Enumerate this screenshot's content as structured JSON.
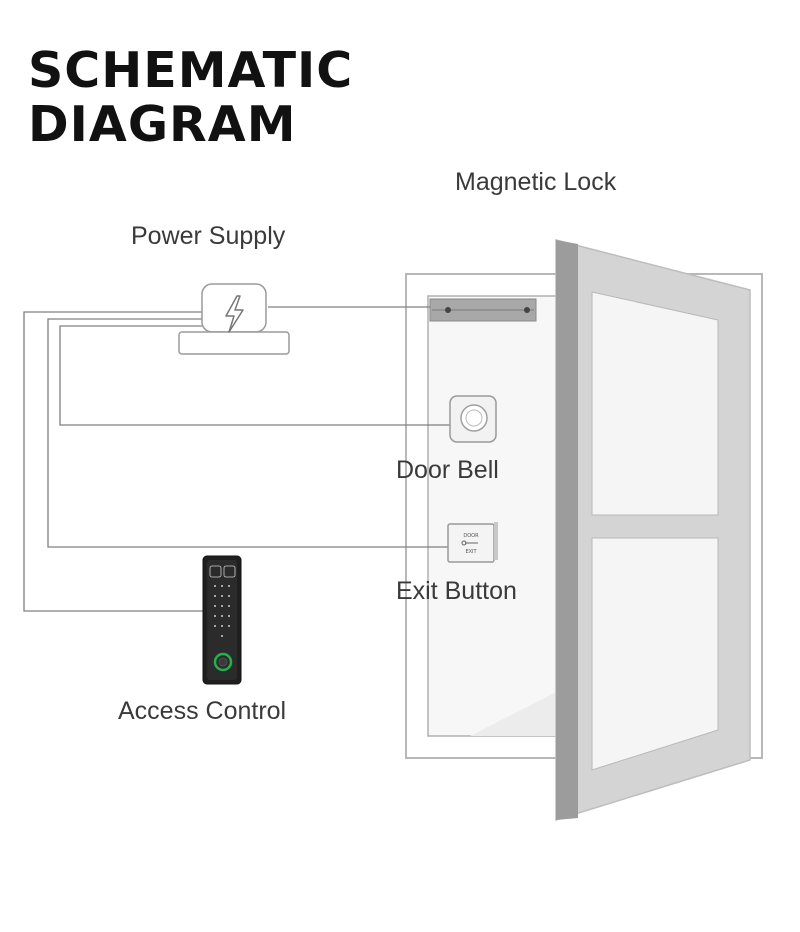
{
  "title": {
    "line1": "SCHEMATIC",
    "line2": "DIAGRAM"
  },
  "labels": {
    "magnetic_lock": "Magnetic Lock",
    "power_supply": "Power Supply",
    "door_bell": "Door Bell",
    "exit_button": "Exit Button",
    "access_control": "Access Control"
  },
  "exit_plate": {
    "line1": "DOOR",
    "line2": "EXIT"
  },
  "icons": {
    "power": "lightning-icon",
    "fingerprint": "fingerprint-icon",
    "key": "key-icon"
  }
}
